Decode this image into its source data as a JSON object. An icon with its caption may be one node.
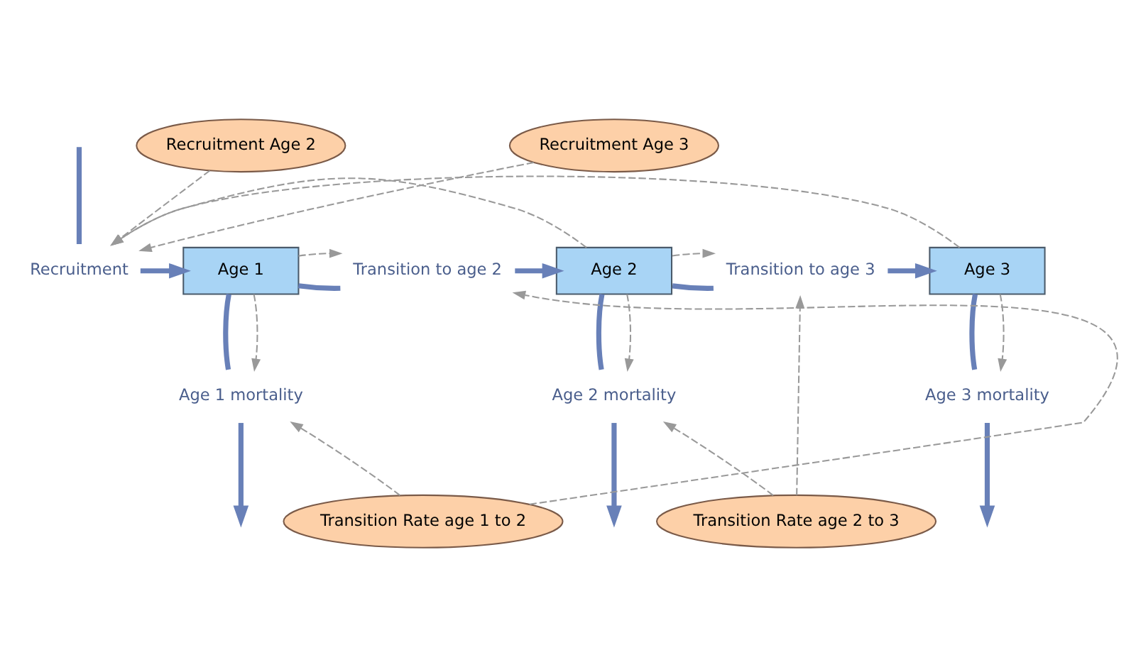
{
  "diagram": {
    "nodes": [
      {
        "text": [
          "Recruitment Age 2"
        ]
      },
      {
        "text": [
          "Recruitment Age 3"
        ]
      },
      {
        "text": [
          "Recruitment"
        ]
      },
      {
        "text": [
          "Age 1"
        ]
      },
      {
        "text": [
          "Transition to age 2"
        ]
      },
      {
        "text": [
          "Age 2"
        ]
      },
      {
        "text": [
          "Transition to age 3"
        ]
      },
      {
        "text": [
          "Age 3"
        ]
      },
      {
        "text": [
          "Age 1 mortality"
        ]
      },
      {
        "text": [
          "Age 2 mortality"
        ]
      },
      {
        "text": [
          "Age 3 mortality"
        ]
      },
      {
        "text": [
          "Transition Rate age 1 to 2"
        ]
      },
      {
        "text": [
          "Transition Rate age 2 to 3"
        ]
      }
    ],
    "edges": [
      {
        "from": null,
        "to": 2,
        "arrow": "none",
        "style": "thick",
        "color": "#6880b8"
      },
      {
        "from": 2,
        "to": 3,
        "arrow": "to",
        "style": "thick",
        "color": "#6880b8"
      },
      {
        "from": 3,
        "to": 4,
        "arrow": "none",
        "style": "thick",
        "color": "#6880b8"
      },
      {
        "from": 4,
        "to": 5,
        "arrow": "to",
        "style": "thick",
        "color": "#6880b8"
      },
      {
        "from": 5,
        "to": 6,
        "arrow": "none",
        "style": "thick",
        "color": "#6880b8"
      },
      {
        "from": 6,
        "to": 7,
        "arrow": "to",
        "style": "thick",
        "color": "#6880b8"
      },
      {
        "from": 3,
        "to": 8,
        "arrow": "none",
        "style": "thick",
        "color": "#6880b8"
      },
      {
        "from": 8,
        "to": null,
        "arrow": "to",
        "style": "thick",
        "color": "#6880b8"
      },
      {
        "from": 5,
        "to": 9,
        "arrow": "none",
        "style": "thick",
        "color": "#6880b8"
      },
      {
        "from": 9,
        "to": null,
        "arrow": "to",
        "style": "thick",
        "color": "#6880b8"
      },
      {
        "from": 7,
        "to": 10,
        "arrow": "none",
        "style": "thick",
        "color": "#6880b8"
      },
      {
        "from": 10,
        "to": null,
        "arrow": "to",
        "style": "thick",
        "color": "#6880b8"
      },
      {
        "from": 0,
        "to": 2,
        "arrow": "to",
        "style": "dashed"
      },
      {
        "from": 1,
        "to": 2,
        "arrow": "to",
        "style": "dashed"
      },
      {
        "from": 5,
        "to": 2,
        "arrow": "to",
        "style": "dashed"
      },
      {
        "from": 7,
        "to": 2,
        "arrow": "to",
        "style": "dashed"
      },
      {
        "from": 3,
        "to": 4,
        "arrow": "to",
        "style": "dashed"
      },
      {
        "from": 11,
        "to": 4,
        "arrow": "to",
        "style": "dashed"
      },
      {
        "from": 3,
        "to": 8,
        "arrow": "to",
        "style": "dashed"
      },
      {
        "from": 11,
        "to": 8,
        "arrow": "to",
        "style": "dashed"
      },
      {
        "from": 5,
        "to": 6,
        "arrow": "to",
        "style": "dashed"
      },
      {
        "from": 12,
        "to": 6,
        "arrow": "to",
        "style": "dashed"
      },
      {
        "from": 5,
        "to": 9,
        "arrow": "to",
        "style": "dashed"
      },
      {
        "from": 12,
        "to": 9,
        "arrow": "to",
        "style": "dashed"
      },
      {
        "from": 7,
        "to": 10,
        "arrow": "to",
        "style": "dashed"
      }
    ]
  }
}
